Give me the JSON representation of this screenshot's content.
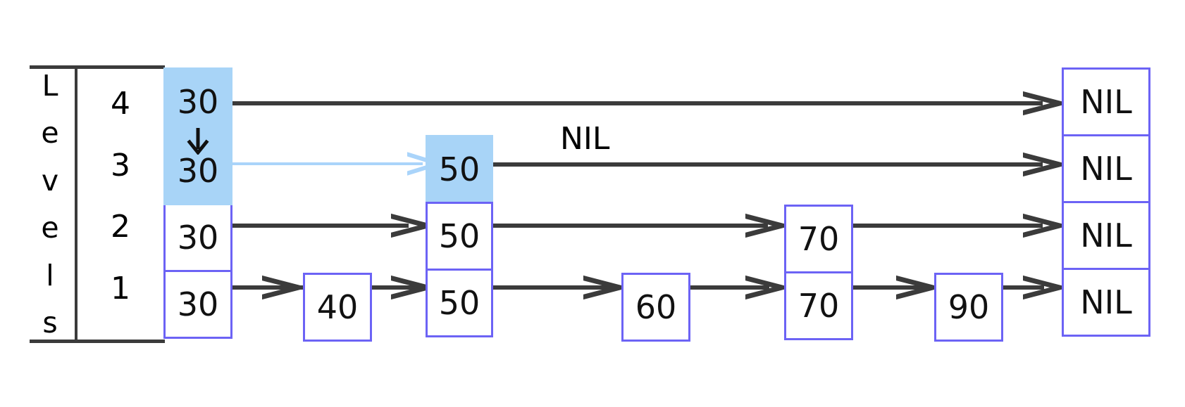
{
  "diagram": {
    "title_axis_label": "Levels",
    "axis_letters": [
      "L",
      "e",
      "v",
      "e",
      "l",
      "s"
    ],
    "level_numbers": [
      "4",
      "3",
      "2",
      "1"
    ],
    "highlight_color": "#a8d4f7",
    "node_border_color": "#6c63f5",
    "link_color": "#3b3b3b",
    "highlight_link_color": "#aad4fa",
    "standalone_nil_label": "NIL",
    "columns": [
      {
        "name": "head-column-30",
        "key": "30",
        "cells": [
          {
            "level": "4",
            "value": "30",
            "highlighted": true
          },
          {
            "level": "3",
            "value": "30",
            "highlighted": true
          },
          {
            "level": "2",
            "value": "30",
            "highlighted": false
          },
          {
            "level": "1",
            "value": "30",
            "highlighted": false
          }
        ]
      },
      {
        "name": "node-column-40",
        "key": "40",
        "cells": [
          {
            "level": "1",
            "value": "40",
            "highlighted": false
          }
        ]
      },
      {
        "name": "node-column-50",
        "key": "50",
        "cells": [
          {
            "level": "3",
            "value": "50",
            "highlighted": true
          },
          {
            "level": "2",
            "value": "50",
            "highlighted": false
          },
          {
            "level": "1",
            "value": "50",
            "highlighted": false
          }
        ]
      },
      {
        "name": "node-column-60",
        "key": "60",
        "cells": [
          {
            "level": "1",
            "value": "60",
            "highlighted": false
          }
        ]
      },
      {
        "name": "node-column-70",
        "key": "70",
        "cells": [
          {
            "level": "2",
            "value": "70",
            "highlighted": false
          },
          {
            "level": "1",
            "value": "70",
            "highlighted": false
          }
        ]
      },
      {
        "name": "node-column-90",
        "key": "90",
        "cells": [
          {
            "level": "1",
            "value": "90",
            "highlighted": false
          }
        ]
      },
      {
        "name": "nil-column",
        "key": "NIL",
        "cells": [
          {
            "level": "4",
            "value": "NIL",
            "highlighted": false
          },
          {
            "level": "3",
            "value": "NIL",
            "highlighted": false
          },
          {
            "level": "2",
            "value": "NIL",
            "highlighted": false
          },
          {
            "level": "1",
            "value": "NIL",
            "highlighted": false
          }
        ]
      }
    ],
    "links": [
      {
        "level": "4",
        "from": "30",
        "to": "NIL",
        "highlighted": false
      },
      {
        "level": "3",
        "from": "30",
        "to": "50",
        "highlighted": true
      },
      {
        "level": "3",
        "from": "50",
        "to": "NIL",
        "highlighted": false
      },
      {
        "level": "2",
        "from": "30",
        "to": "50",
        "highlighted": false
      },
      {
        "level": "2",
        "from": "50",
        "to": "70",
        "highlighted": false
      },
      {
        "level": "2",
        "from": "70",
        "to": "NIL",
        "highlighted": false
      },
      {
        "level": "1",
        "from": "30",
        "to": "40",
        "highlighted": false
      },
      {
        "level": "1",
        "from": "40",
        "to": "50",
        "highlighted": false
      },
      {
        "level": "1",
        "from": "50",
        "to": "60",
        "highlighted": false
      },
      {
        "level": "1",
        "from": "60",
        "to": "70",
        "highlighted": false
      },
      {
        "level": "1",
        "from": "70",
        "to": "90",
        "highlighted": false
      },
      {
        "level": "1",
        "from": "90",
        "to": "NIL",
        "highlighted": false
      }
    ],
    "down_arrow": {
      "column": "30",
      "from_level": "4",
      "to_level": "3"
    }
  }
}
